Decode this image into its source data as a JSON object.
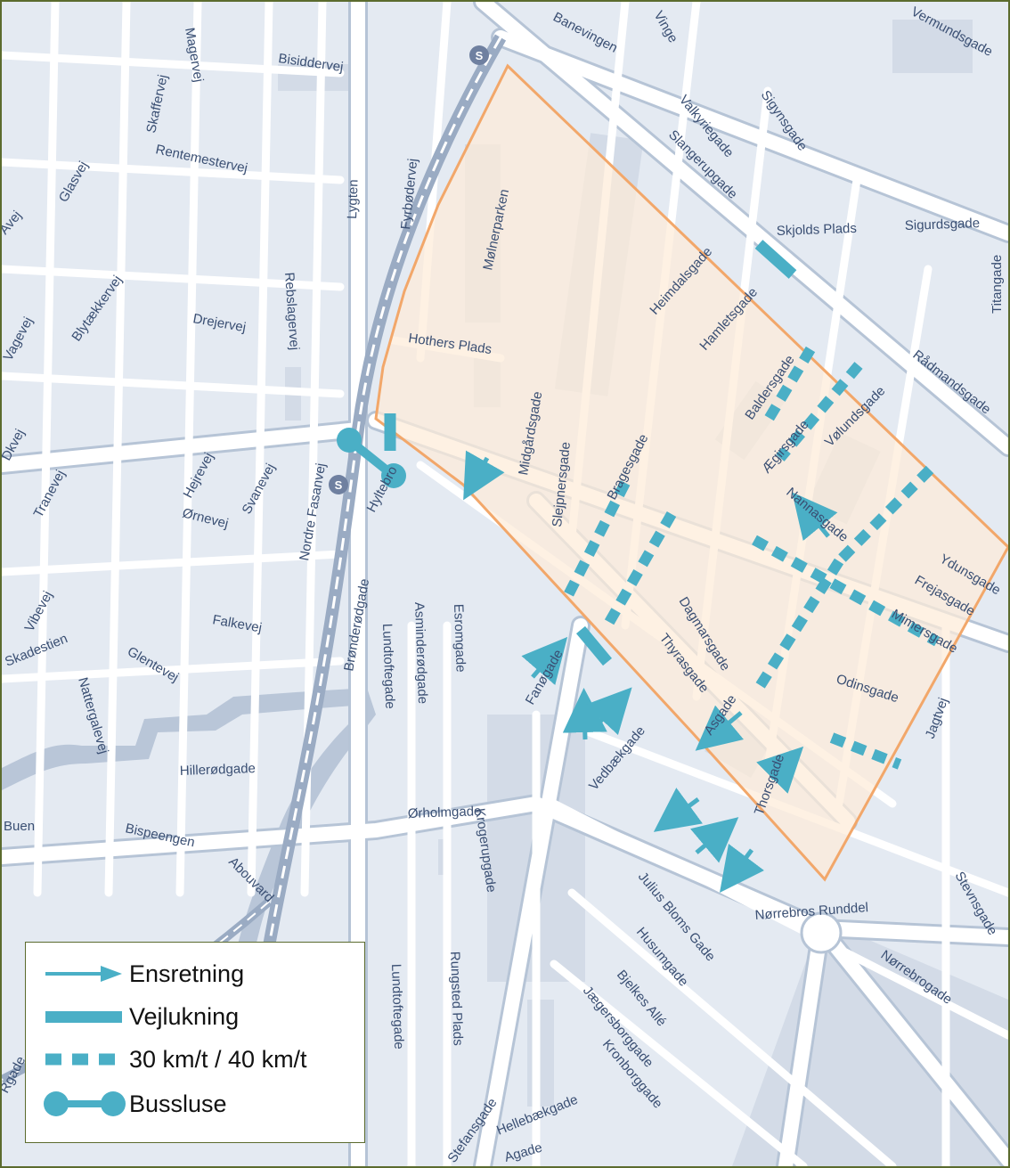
{
  "colors": {
    "accent": "#4aafc6",
    "zone_outline": "#f2a76a",
    "zone_fill": "#fdebd8",
    "street_fill": "#ffffff",
    "block_fill": "#e4eaf2",
    "street_casing": "#b6c4d6",
    "label": "#3a4f73",
    "frame": "#5b6b2e"
  },
  "map": {
    "station_icon": "s-train-station-icon",
    "street_labels": [
      "Banevingen",
      "Vinge",
      "Vermundsgade",
      "Bisiddervej",
      "Skaffervej",
      "Rentemestervej",
      "Glasvej",
      "Fyrbødervej",
      "Lygten",
      "Valkyriegade",
      "Sigynsgade",
      "Slangerupgade",
      "Skjolds Plads",
      "Sigurdsgade",
      "Mølnerparken",
      "Heimdalsgade",
      "Hamletsgade",
      "Titangade",
      "Rebslagervej",
      "Blytækkervej",
      "Drejervej",
      "Hothers Plads",
      "Rådmandsgade",
      "Baldersgade",
      "Vølundsgade",
      "Midgårdsgade",
      "Slejpnersgade",
      "Bragesgade",
      "Ægirsgade",
      "Nannasgade",
      "Nordre Fasanvej",
      "Hyltebro",
      "Hejrevej",
      "Tranevej",
      "Svanevej",
      "Ørnevej",
      "Ydunsgade",
      "Frejasgade",
      "Mimersgade",
      "Dagmarsgade",
      "Thyrasgade",
      "Brønderødgade",
      "Asminderødgade",
      "Esromgade",
      "Falkevej",
      "Vibevej",
      "Skadestien",
      "Glentevej",
      "Nattergalevej",
      "Lundtoftegade",
      "Odinsgade",
      "Jagtvej",
      "Fanøgade",
      "Vedbækgade",
      "Asgade",
      "Thorsgade",
      "Hillerødgade",
      "Ørholmgade",
      "Krogerupgade",
      "Bispeengen",
      "Abouvard",
      "Julius Bloms Gade",
      "Nørrebros Runddel",
      "Stevnsgade",
      "Husumgade",
      "Nørrebrogade",
      "Rungsted Plads",
      "Lundtoftegade",
      "Bjelkes Allé",
      "Jægersborggade",
      "Kronborggade",
      "Hellebækgade",
      "Stefansgade",
      "Agade",
      "Magervej",
      "Avej",
      "Dkvej",
      "Vagevej",
      "Buen",
      "Rgade"
    ]
  },
  "legend": {
    "items": [
      {
        "label": "Ensretning",
        "icon": "one-way-arrow-icon"
      },
      {
        "label": "Vejlukning",
        "icon": "road-closure-bar-icon"
      },
      {
        "label": "30 km/t / 40 km/t",
        "icon": "speed-limit-dashed-icon"
      },
      {
        "label": "Bussluse",
        "icon": "bus-gate-icon"
      }
    ]
  }
}
